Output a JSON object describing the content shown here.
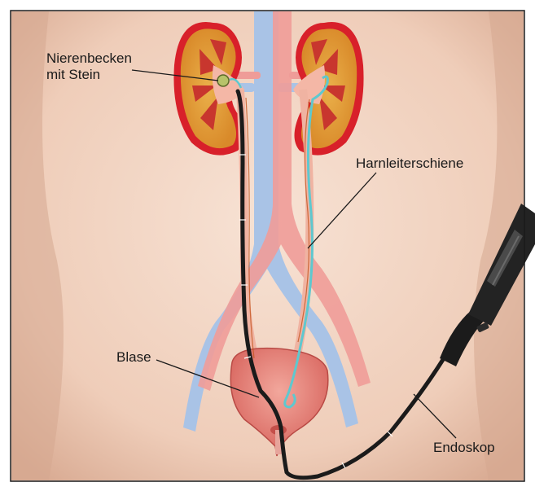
{
  "labels": {
    "pelvis_line1": "Nierenbecken",
    "pelvis_line2": "mit Stein",
    "stent": "Harnleiterschiene",
    "bladder": "Blase",
    "endoscope": "Endoskop"
  },
  "colors": {
    "skin": "#f3d7c6",
    "skin_shadow": "#dcae96",
    "vein": "#a9c3e6",
    "artery": "#ef9c98",
    "kidney_outer": "#d8202a",
    "kidney_cortex": "#e2a23a",
    "kidney_medulla": "#c8362e",
    "pelvis": "#f4b7a6",
    "bladder": "#e9857c",
    "stent_cyan": "#5ec8cf",
    "endoscope": "#1b1b1b",
    "stone": "#b7c36a",
    "border": "#1a1a1a"
  }
}
